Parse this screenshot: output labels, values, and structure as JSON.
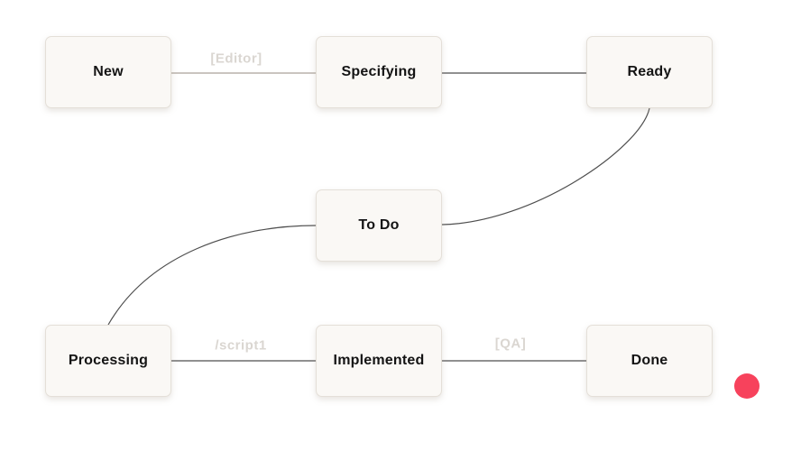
{
  "diagram": {
    "type": "workflow-state-diagram",
    "nodes": [
      {
        "id": "new",
        "label": "New"
      },
      {
        "id": "specifying",
        "label": "Specifying"
      },
      {
        "id": "ready",
        "label": "Ready"
      },
      {
        "id": "todo",
        "label": "To Do"
      },
      {
        "id": "processing",
        "label": "Processing"
      },
      {
        "id": "implemented",
        "label": "Implemented"
      },
      {
        "id": "done",
        "label": "Done"
      }
    ],
    "edges": [
      {
        "from": "New",
        "to": "Specifying",
        "label": "[Editor]",
        "style": "light"
      },
      {
        "from": "Specifying",
        "to": "Ready",
        "label": "",
        "style": "dark"
      },
      {
        "from": "Ready",
        "to": "To Do",
        "label": "",
        "style": "dark"
      },
      {
        "from": "To Do",
        "to": "Processing",
        "label": "",
        "style": "dark"
      },
      {
        "from": "Processing",
        "to": "Implemented",
        "label": "/script1",
        "style": "dark"
      },
      {
        "from": "Implemented",
        "to": "Done",
        "label": "[QA]",
        "style": "dark"
      }
    ],
    "colors": {
      "background": "#ffffff",
      "node_fill": "#faf8f5",
      "node_border": "#e4dfd8",
      "node_text": "#141414",
      "edge_dark": "#4e4e4e",
      "edge_light": "#aba29a",
      "edge_label_text": "#dad6d1",
      "red_dot": "#f7425c"
    }
  }
}
